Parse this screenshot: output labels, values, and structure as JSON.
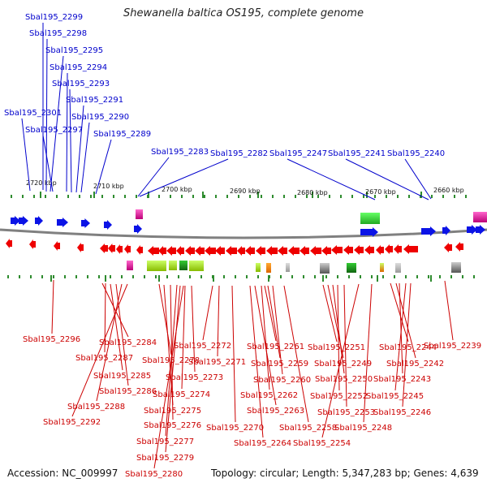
{
  "title": "Shewanella baltica OS195, complete genome",
  "accession": "Accession: NC_009997",
  "summary": "Topology: circular; Length: 5,347,283 bp; Genes: 4,639",
  "kbp_labels": [
    "2720 kbp",
    "2710 kbp",
    "2700 kbp",
    "2690 kbp",
    "2680 kbp",
    "2670 kbp",
    "2660 kbp"
  ],
  "top_genes": [
    "Sbal195_2299",
    "Sbal195_2298",
    "Sbal195_2295",
    "Sbal195_2294",
    "Sbal195_2293",
    "Sbal195_2291",
    "Sbal195_2301",
    "Sbal195_2290",
    "Sbal195_2297",
    "Sbal195_2289",
    "Sbal195_2283",
    "Sbal195_2282",
    "Sbal195_2247",
    "Sbal195_2241",
    "Sbal195_2240"
  ],
  "bottom_genes": [
    "Sbal195_2296",
    "Sbal195_2284",
    "Sbal195_2287",
    "Sbal195_2278",
    "Sbal195_2285",
    "Sbal195_2286",
    "Sbal195_2288",
    "Sbal195_2292",
    "Sbal195_2275",
    "Sbal195_2276",
    "Sbal195_2277",
    "Sbal195_2279",
    "Sbal195_2280",
    "Sbal195_2274",
    "Sbal195_2273",
    "Sbal195_2272",
    "Sbal195_2271",
    "Sbal195_2270",
    "Sbal195_2264",
    "Sbal195_2263",
    "Sbal195_2262",
    "Sbal195_2261",
    "Sbal195_2259",
    "Sbal195_2260",
    "Sbal195_2258",
    "Sbal195_2251",
    "Sbal195_2249",
    "Sbal195_2250",
    "Sbal195_2252",
    "Sbal195_2253",
    "Sbal195_2254",
    "Sbal195_2248",
    "Sbal195_2244",
    "Sbal195_2242",
    "Sbal195_2243",
    "Sbal195_2245",
    "Sbal195_2246",
    "Sbal195_2239"
  ],
  "colors": {
    "forward": "#0b13e6",
    "reverse": "#ee0000",
    "backbone": "#808080",
    "ticks": "#2e8b2e"
  }
}
